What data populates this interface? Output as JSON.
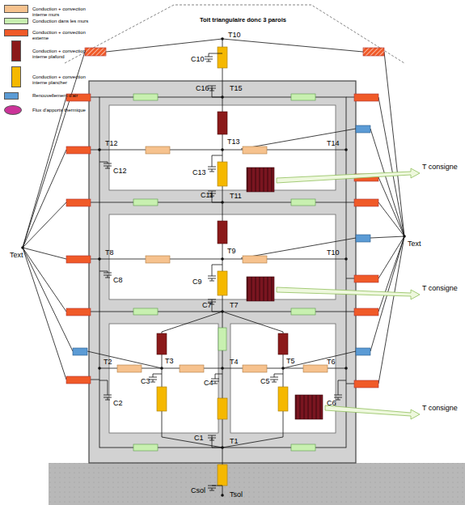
{
  "diagram": {
    "title": "Toit triangulaire donc 3 parois",
    "labels": [
      "T10",
      "C10",
      "T15",
      "C16",
      "T12",
      "T13",
      "T14",
      "C12",
      "C13",
      "C11",
      "T11",
      "T8",
      "T9",
      "T10",
      "C8",
      "C9",
      "C7",
      "T7",
      "T2",
      "T3",
      "T4",
      "T5",
      "T6",
      "C2",
      "C3",
      "C4",
      "C5",
      "C6",
      "C1",
      "T1",
      "Tsol",
      "Csol",
      "Text",
      "Text",
      "T consigne",
      "T consigne",
      "T consigne"
    ],
    "legend": [
      {
        "text": "Conduction + convection interne murs",
        "color": "#f6c28e"
      },
      {
        "text": "Conduction dans les murs",
        "color": "#c8f0b0"
      },
      {
        "text": "Conduction + convection externe",
        "color": "#f05a28"
      },
      {
        "text": "Conduction + convection interne plafond",
        "color": "#8b1a1a"
      },
      {
        "text": "Conduction + convection interne plancher",
        "color": "#f5b800"
      },
      {
        "text": "Renouvellement d'air",
        "color": "#5b9bd5"
      },
      {
        "text": "Flux d'apports thermique",
        "color": "#cc3399"
      }
    ]
  }
}
